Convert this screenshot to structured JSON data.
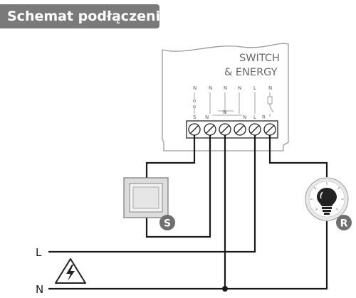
{
  "title": "Schemat podłączenia",
  "module": {
    "name_line1": "SWITCH",
    "name_line2": "& ENERGY",
    "upper_terminal_labels": [
      "N",
      "N",
      "N",
      "N",
      "L",
      "N"
    ],
    "lower_terminal_labels": [
      "S",
      "N",
      "N",
      "N",
      "L",
      "R"
    ],
    "terminal_count": 6
  },
  "lines": {
    "live_label": "L",
    "neutral_label": "N"
  },
  "badges": {
    "switch_badge": "S",
    "lamp_badge": "R"
  },
  "icons": [
    "high-voltage-warning-icon",
    "wall-switch-icon",
    "light-bulb-icon"
  ],
  "colors": {
    "banner": "#7a7a7a",
    "wire": "#1a1a1a",
    "module_outline": "#9a9a9a",
    "badge": "#6f6f6f"
  }
}
